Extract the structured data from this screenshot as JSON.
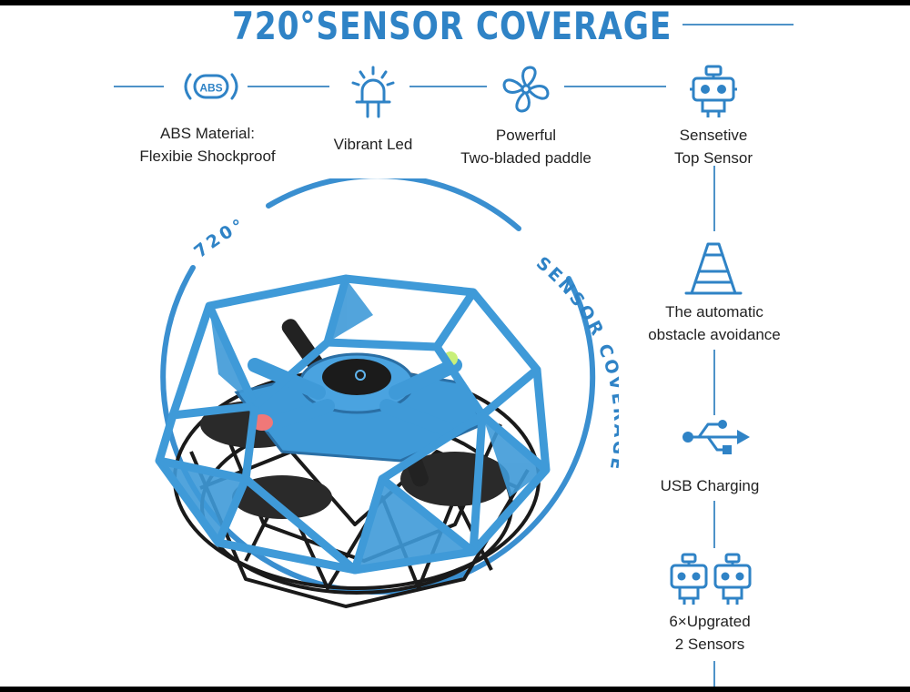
{
  "title": "720°SENSOR COVERAGE",
  "colors": {
    "accent": "#2f83c6",
    "line": "#4e92c8",
    "drone": "#3f9ad8",
    "text": "#222222"
  },
  "features_top": [
    {
      "icon": "abs-badge-icon",
      "badge": "ABS",
      "line1": "ABS Material:",
      "line2": "Flexibie Shockproof"
    },
    {
      "icon": "led-light-icon",
      "line1": "Vibrant Led"
    },
    {
      "icon": "fan-propeller-icon",
      "line1": "Powerful",
      "line2": "Two-bladed paddle"
    },
    {
      "icon": "robot-sensor-icon",
      "line1": "Sensetive",
      "line2": "Top Sensor"
    }
  ],
  "features_side": [
    {
      "icon": "obstacle-cone-icon",
      "line1": "The automatic",
      "line2": "obstacle avoidance"
    },
    {
      "icon": "usb-icon",
      "line1": "USB Charging"
    },
    {
      "icon": "dual-robot-sensor-icon",
      "line1": "6×Upgrated",
      "line2": "2 Sensors"
    }
  ],
  "coverage_ring": {
    "arc_label_left": "720°",
    "arc_label_right": "SENSOR COVERAGE"
  }
}
